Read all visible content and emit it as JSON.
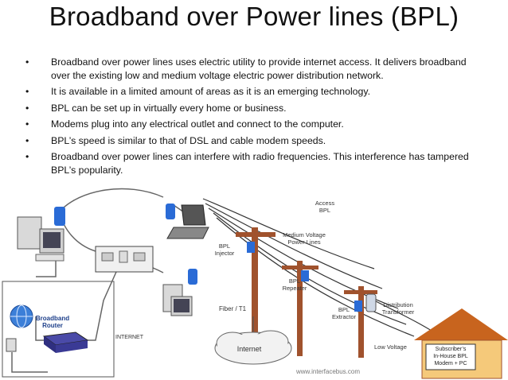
{
  "slide": {
    "title": "Broadband over Power lines (BPL)",
    "bullets": [
      "Broadband over power lines uses electric utility to provide internet access. It delivers broadband over the existing low and medium voltage electric power distribution network.",
      "It is available in a limited amount of areas as it is an emerging technology.",
      "BPL can be set up in virtually every home or business.",
      "Modems plug into any electrical outlet and connect to the computer.",
      "BPL’s speed is similar to that of DSL and cable modem speeds.",
      "Broadband over power lines can interfere with radio frequencies. This interference has tampered BPL’s popularity."
    ]
  },
  "diagram": {
    "access_bpl": [
      "Access",
      "BPL"
    ],
    "medium_voltage": [
      "Medium Voltage",
      "Power Lines"
    ],
    "bpl_injector": [
      "BPL",
      "Injector"
    ],
    "bpl_repeater": [
      "BPL",
      "Repeater"
    ],
    "bpl_extractor": [
      "BPL",
      "Extractor"
    ],
    "distribution_transformer": [
      "Distribution",
      "Transformer"
    ],
    "fiber": "Fiber / T1",
    "internet": "Internet",
    "low_voltage": "Low Voltage",
    "subscriber": [
      "Subscriber’s",
      "In-House BPL",
      "Modem + PC"
    ],
    "router": [
      "Broadband",
      "Router"
    ],
    "internet_small": "INTERNET",
    "url": "www.interfacebus.com",
    "colors": {
      "pole": "#a0522d",
      "device_blue": "#2a6bd6",
      "house": "#f5c97a",
      "roof": "#c8641e"
    }
  }
}
